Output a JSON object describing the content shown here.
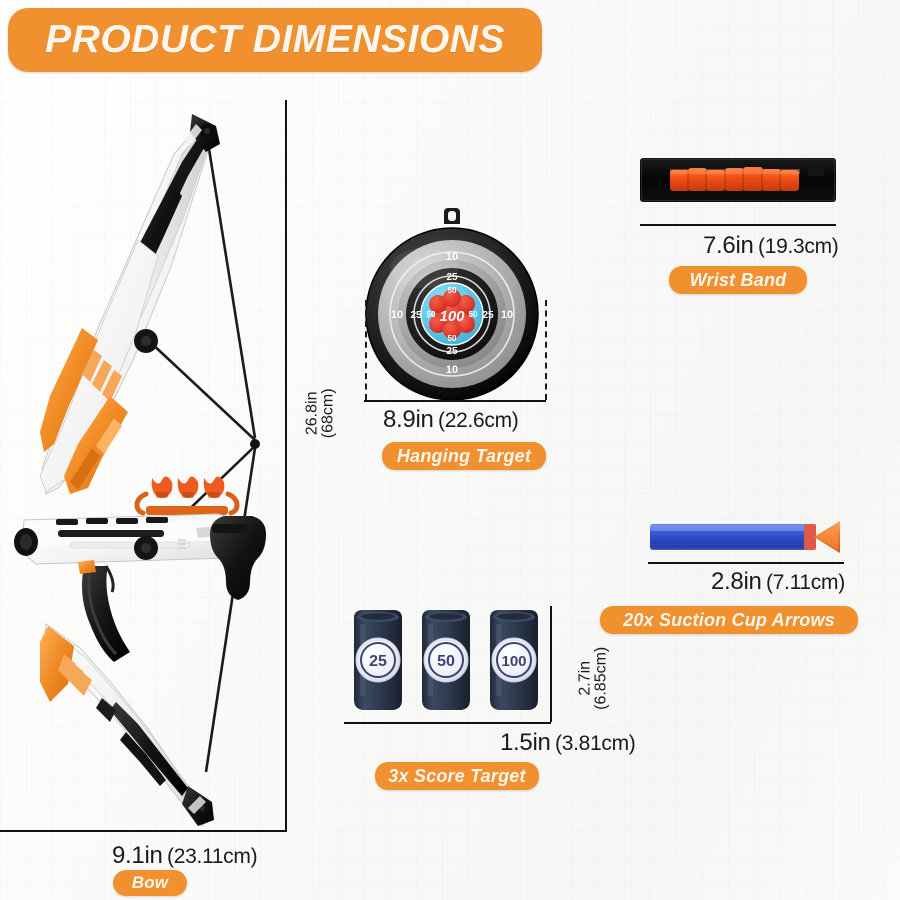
{
  "header": {
    "title": "PRODUCT DIMENSIONS",
    "accent_color": "#ee9031",
    "title_text_color": "#fdf6ec",
    "background_color": "#fbfbfa"
  },
  "items": [
    {
      "key": "bow",
      "label": "Bow",
      "icon": "toy-bow-icon",
      "width_in": "9.1in",
      "width_cm": "(23.11cm)",
      "height_in": "26.8in",
      "height_cm": "(68cm)",
      "colors": {
        "body": "#ffffff",
        "trim": "#151515",
        "accent": "#f08a23"
      }
    },
    {
      "key": "hanging-target",
      "label": "Hanging Target",
      "icon": "archery-target-icon",
      "width_in": "8.9in",
      "width_cm": "(22.6cm)",
      "rings": [
        {
          "score": "10",
          "ring_color": "#8d8d8d"
        },
        {
          "score": "25",
          "ring_color": "#b9b9b9"
        },
        {
          "score": "50",
          "ring_color": "#5cc6e8"
        },
        {
          "score": "100",
          "ring_color": "#e33c2e"
        }
      ]
    },
    {
      "key": "wrist-band",
      "label": "Wrist Band",
      "icon": "wrist-band-icon",
      "width_in": "7.6in",
      "width_cm": "(19.3cm)",
      "colors": {
        "strap": "#0b0b0b",
        "holders": "#f04c14"
      }
    },
    {
      "key": "suction-cup-arrows",
      "label": "20x Suction Cup Arrows",
      "icon": "foam-dart-icon",
      "width_in": "2.8in",
      "width_cm": "(7.11cm)",
      "colors": {
        "shaft": "#2f4fd0",
        "tip": "#ef7a22"
      }
    },
    {
      "key": "score-target",
      "label": "3x Score Target",
      "icon": "score-cans-icon",
      "width_in": "1.5in",
      "width_cm": "(3.81cm)",
      "height_in": "2.7in",
      "height_cm": "(6.85cm)",
      "can_scores": [
        "25",
        "50",
        "100"
      ],
      "colors": {
        "can": "#2f3b51",
        "label": "#f2f4f8",
        "digits": "#3c4274"
      }
    }
  ]
}
